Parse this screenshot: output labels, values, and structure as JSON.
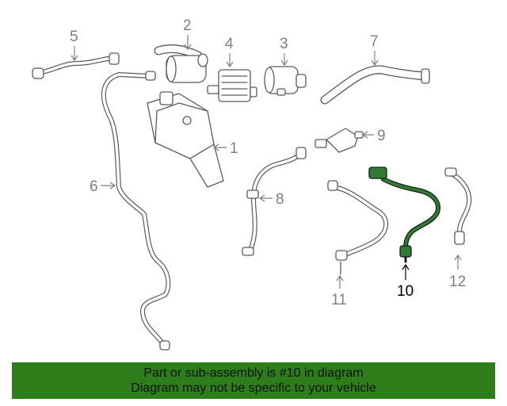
{
  "diagram": {
    "callouts": [
      "1",
      "2",
      "3",
      "4",
      "5",
      "6",
      "7",
      "8",
      "9",
      "10",
      "11",
      "12"
    ],
    "highlighted_callout": "10"
  },
  "banner": {
    "line1": "Part or sub-assembly is #10 in diagram",
    "line2": "Diagram may not be specific to your vehicle",
    "background_color": "#2d7d1a"
  },
  "colors": {
    "highlight_part": "#2f7d32",
    "line_art": "#5a5a5a",
    "callout_text": "#7f7f7f"
  }
}
